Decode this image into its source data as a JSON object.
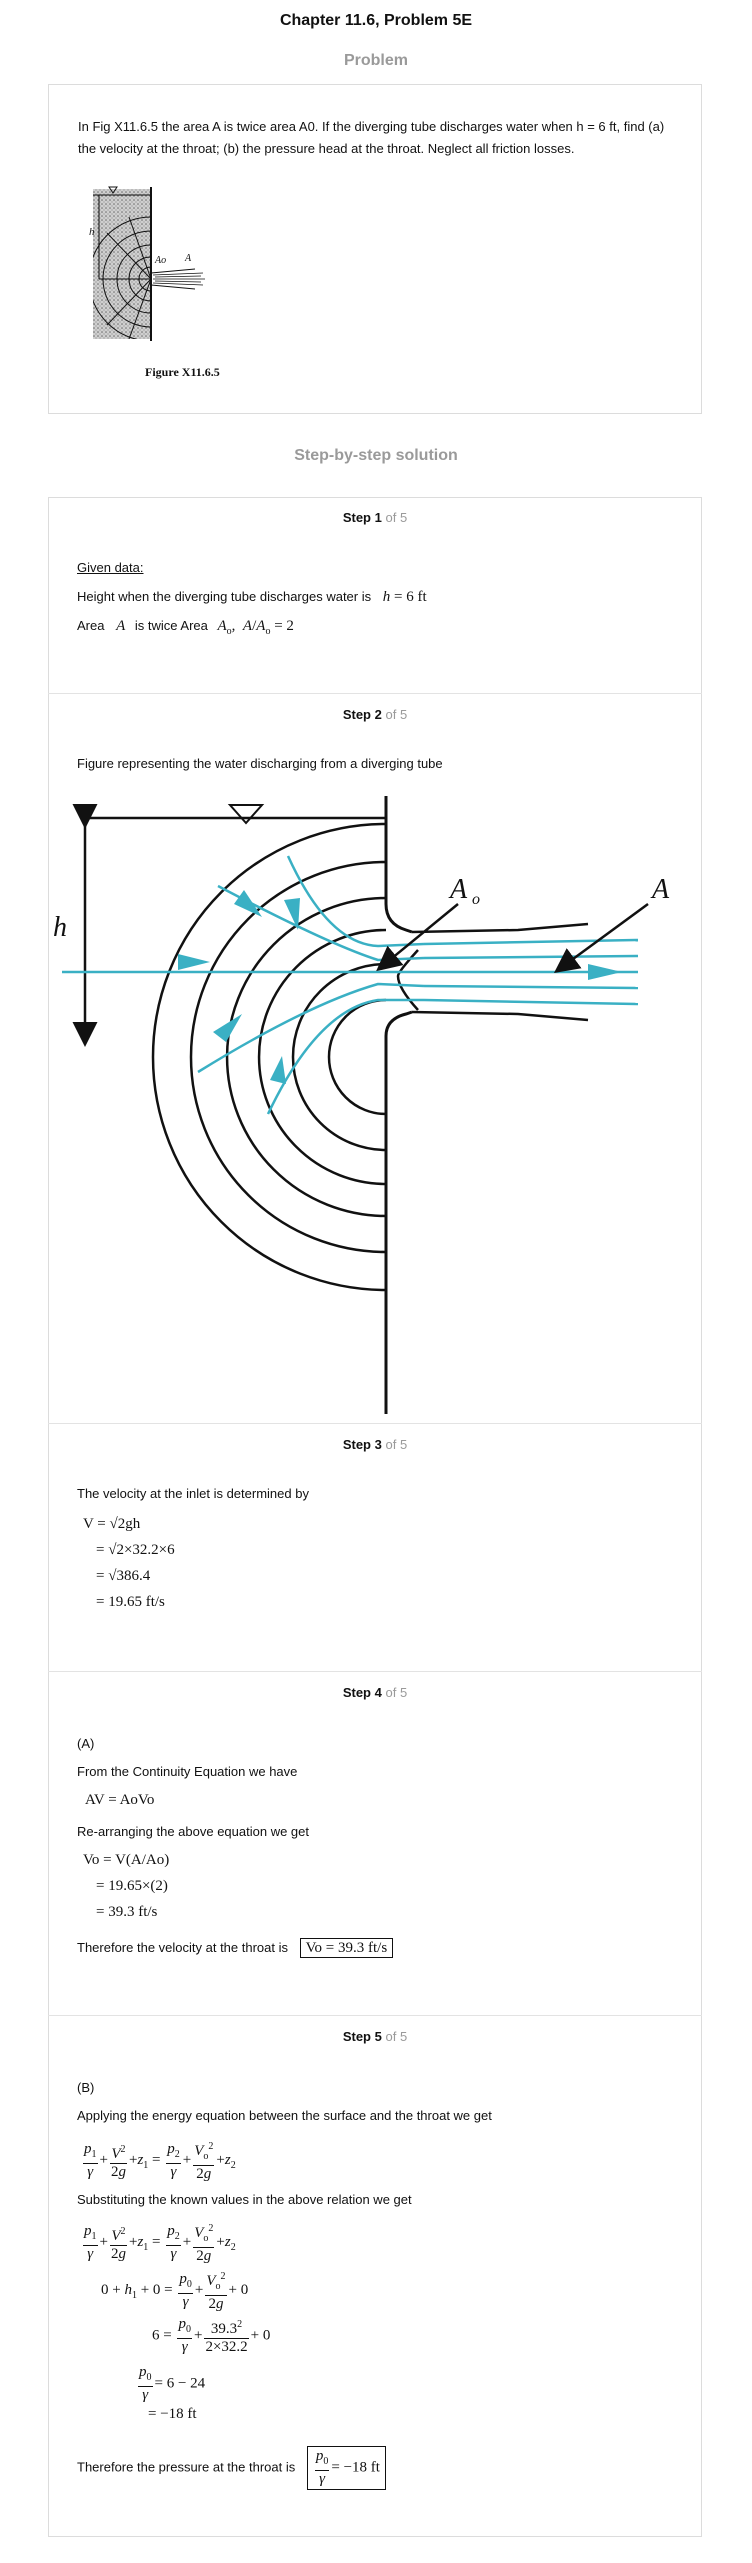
{
  "page_title": "Chapter 11.6, Problem 5E",
  "problem_heading": "Problem",
  "problem_text": "In Fig X11.6.5 the area A is twice area A0. If the diverging tube discharges water when h = 6 ft, find (a) the velocity at the throat; (b) the pressure head at the throat. Neglect all friction losses.",
  "figure_caption": "Figure X11.6.5",
  "figure_labels": {
    "h": "h",
    "a0": "Ao",
    "a": "A"
  },
  "solution_heading": "Step-by-step solution",
  "step_word": "Step",
  "steps": [
    {
      "number": "1",
      "of": "of 5"
    },
    {
      "number": "2",
      "of": "of 5"
    },
    {
      "number": "3",
      "of": "of 5"
    },
    {
      "number": "4",
      "of": "of 5"
    },
    {
      "number": "5",
      "of": "of 5"
    }
  ],
  "step1": {
    "given": "Given data:",
    "line1": "Height when the diverging tube discharges water is",
    "line1_math": "h = 6 ft",
    "line2_a": "Area",
    "line2_A": "A",
    "line2_b": "is twice Area",
    "line2_math": "Ao, A/Ao = 2"
  },
  "step2": {
    "text": "Figure representing the water discharging from a diverging tube",
    "label_h": "h",
    "label_a0": "A",
    "label_a0_sub": "o",
    "label_a": "A"
  },
  "step3": {
    "text": "The velocity at the inlet is determined by",
    "eq1": "V = √2gh",
    "eq2": "= √2×32.2×6",
    "eq3": "= √386.4",
    "eq4": "= 19.65 ft/s"
  },
  "step4": {
    "part": "(A)",
    "text1": "From the Continuity Equation we have",
    "eq_cont": "AV = AoVo",
    "text2": "Re-arranging the above equation we get",
    "eq1": "Vo = V(A/Ao)",
    "eq2": "= 19.65×(2)",
    "eq3": "= 39.3 ft/s",
    "text3": "Therefore the velocity at the throat is",
    "result": "Vo = 39.3 ft/s"
  },
  "step5": {
    "part": "(B)",
    "text1": "Applying the energy equation between the surface and the throat we get",
    "text2": "Substituting the known values in the above relation we get",
    "num_39": "39.3",
    "den_2x": "2×32.2",
    "rhs_6": "6",
    "line_6_24": "= 6 − 24",
    "line_m18": "= −18 ft",
    "text3": "Therefore the pressure at the throat is",
    "result_rhs": "= −18 ft"
  },
  "colors": {
    "teal": "#3ab0c4",
    "heading_grey": "#9a9a9a",
    "border": "#dcdcdc"
  }
}
